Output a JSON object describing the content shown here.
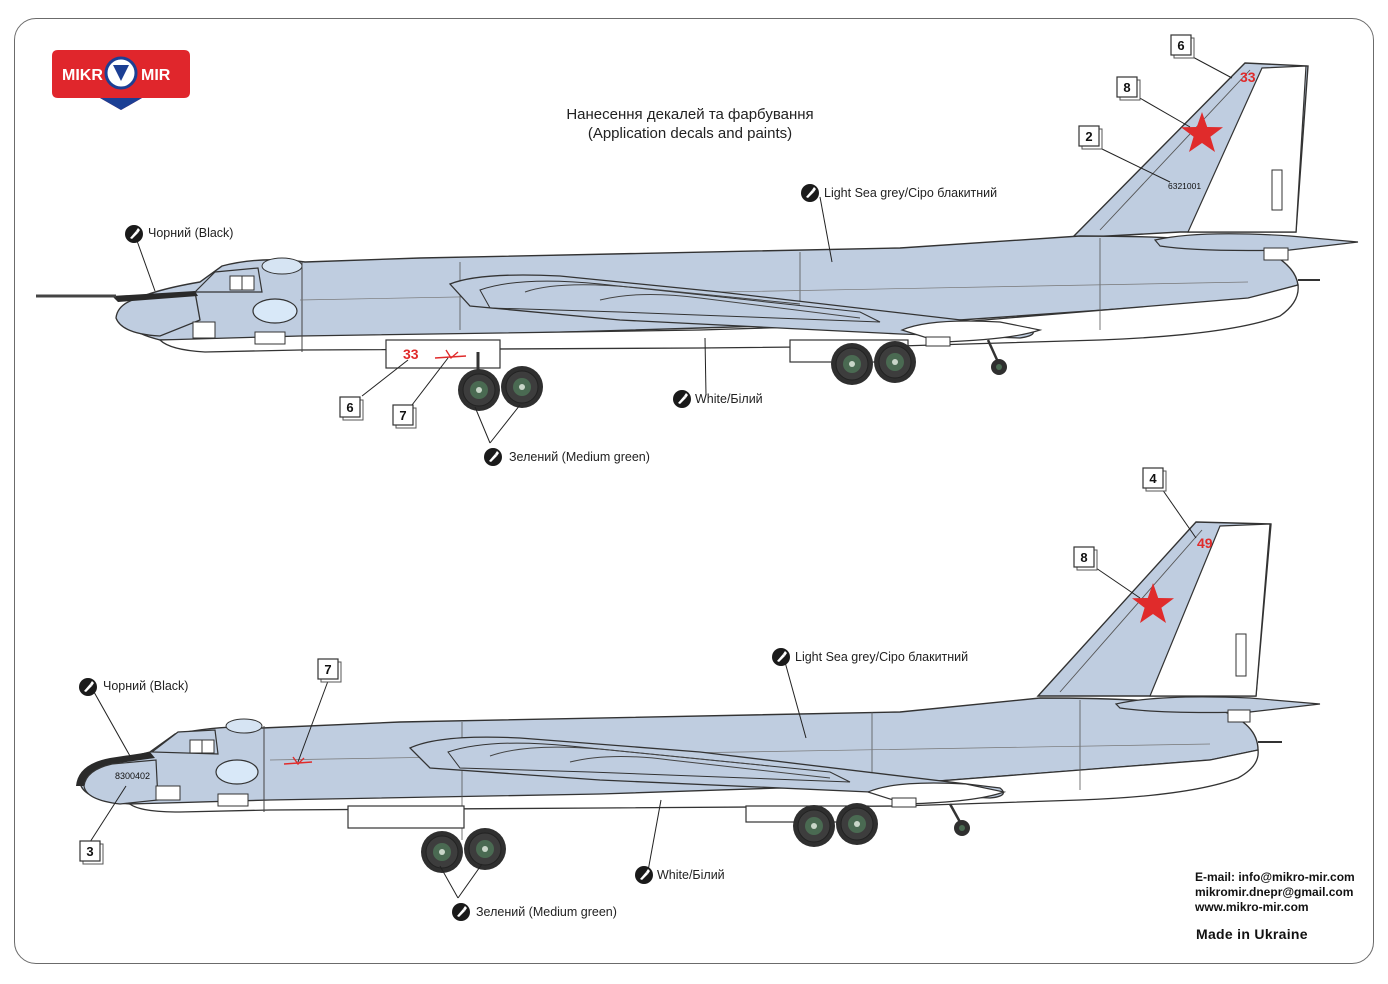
{
  "logo": {
    "left": "MIKR",
    "right": "MIR",
    "colors": {
      "red": "#e0262c",
      "blue": "#1c3f94"
    }
  },
  "title": {
    "line1": "Нанесення декалей та фарбування",
    "line2": "(Application decals and paints)"
  },
  "colors": {
    "light_sea_grey": "#bfcde0",
    "white": "#ffffff",
    "black": "#2a2a2a",
    "medium_green": "#3f5a44",
    "marking_red": "#e02b2b"
  },
  "top_view": {
    "labels": {
      "black": "Чорний (Black)",
      "grey": "Light Sea grey/Сіро блакитний",
      "white": "White/Білий",
      "green": "Зелений (Medium green)"
    },
    "callouts": [
      "6",
      "8",
      "2",
      "6",
      "7"
    ],
    "tail_number": "33",
    "serial": "6321001",
    "bay_number": "33"
  },
  "bottom_view": {
    "labels": {
      "black": "Чорний (Black)",
      "grey": "Light Sea grey/Сіро блакитний",
      "white": "White/Білий",
      "green": "Зелений (Medium green)"
    },
    "callouts": [
      "4",
      "8",
      "7",
      "3"
    ],
    "tail_number": "49",
    "nose_serial": "8300402"
  },
  "contact": {
    "email": "E-mail: info@mikro-mir.com",
    "email2": "mikromir.dnepr@gmail.com",
    "web": "www.mikro-mir.com",
    "made": "Made in Ukraine"
  }
}
